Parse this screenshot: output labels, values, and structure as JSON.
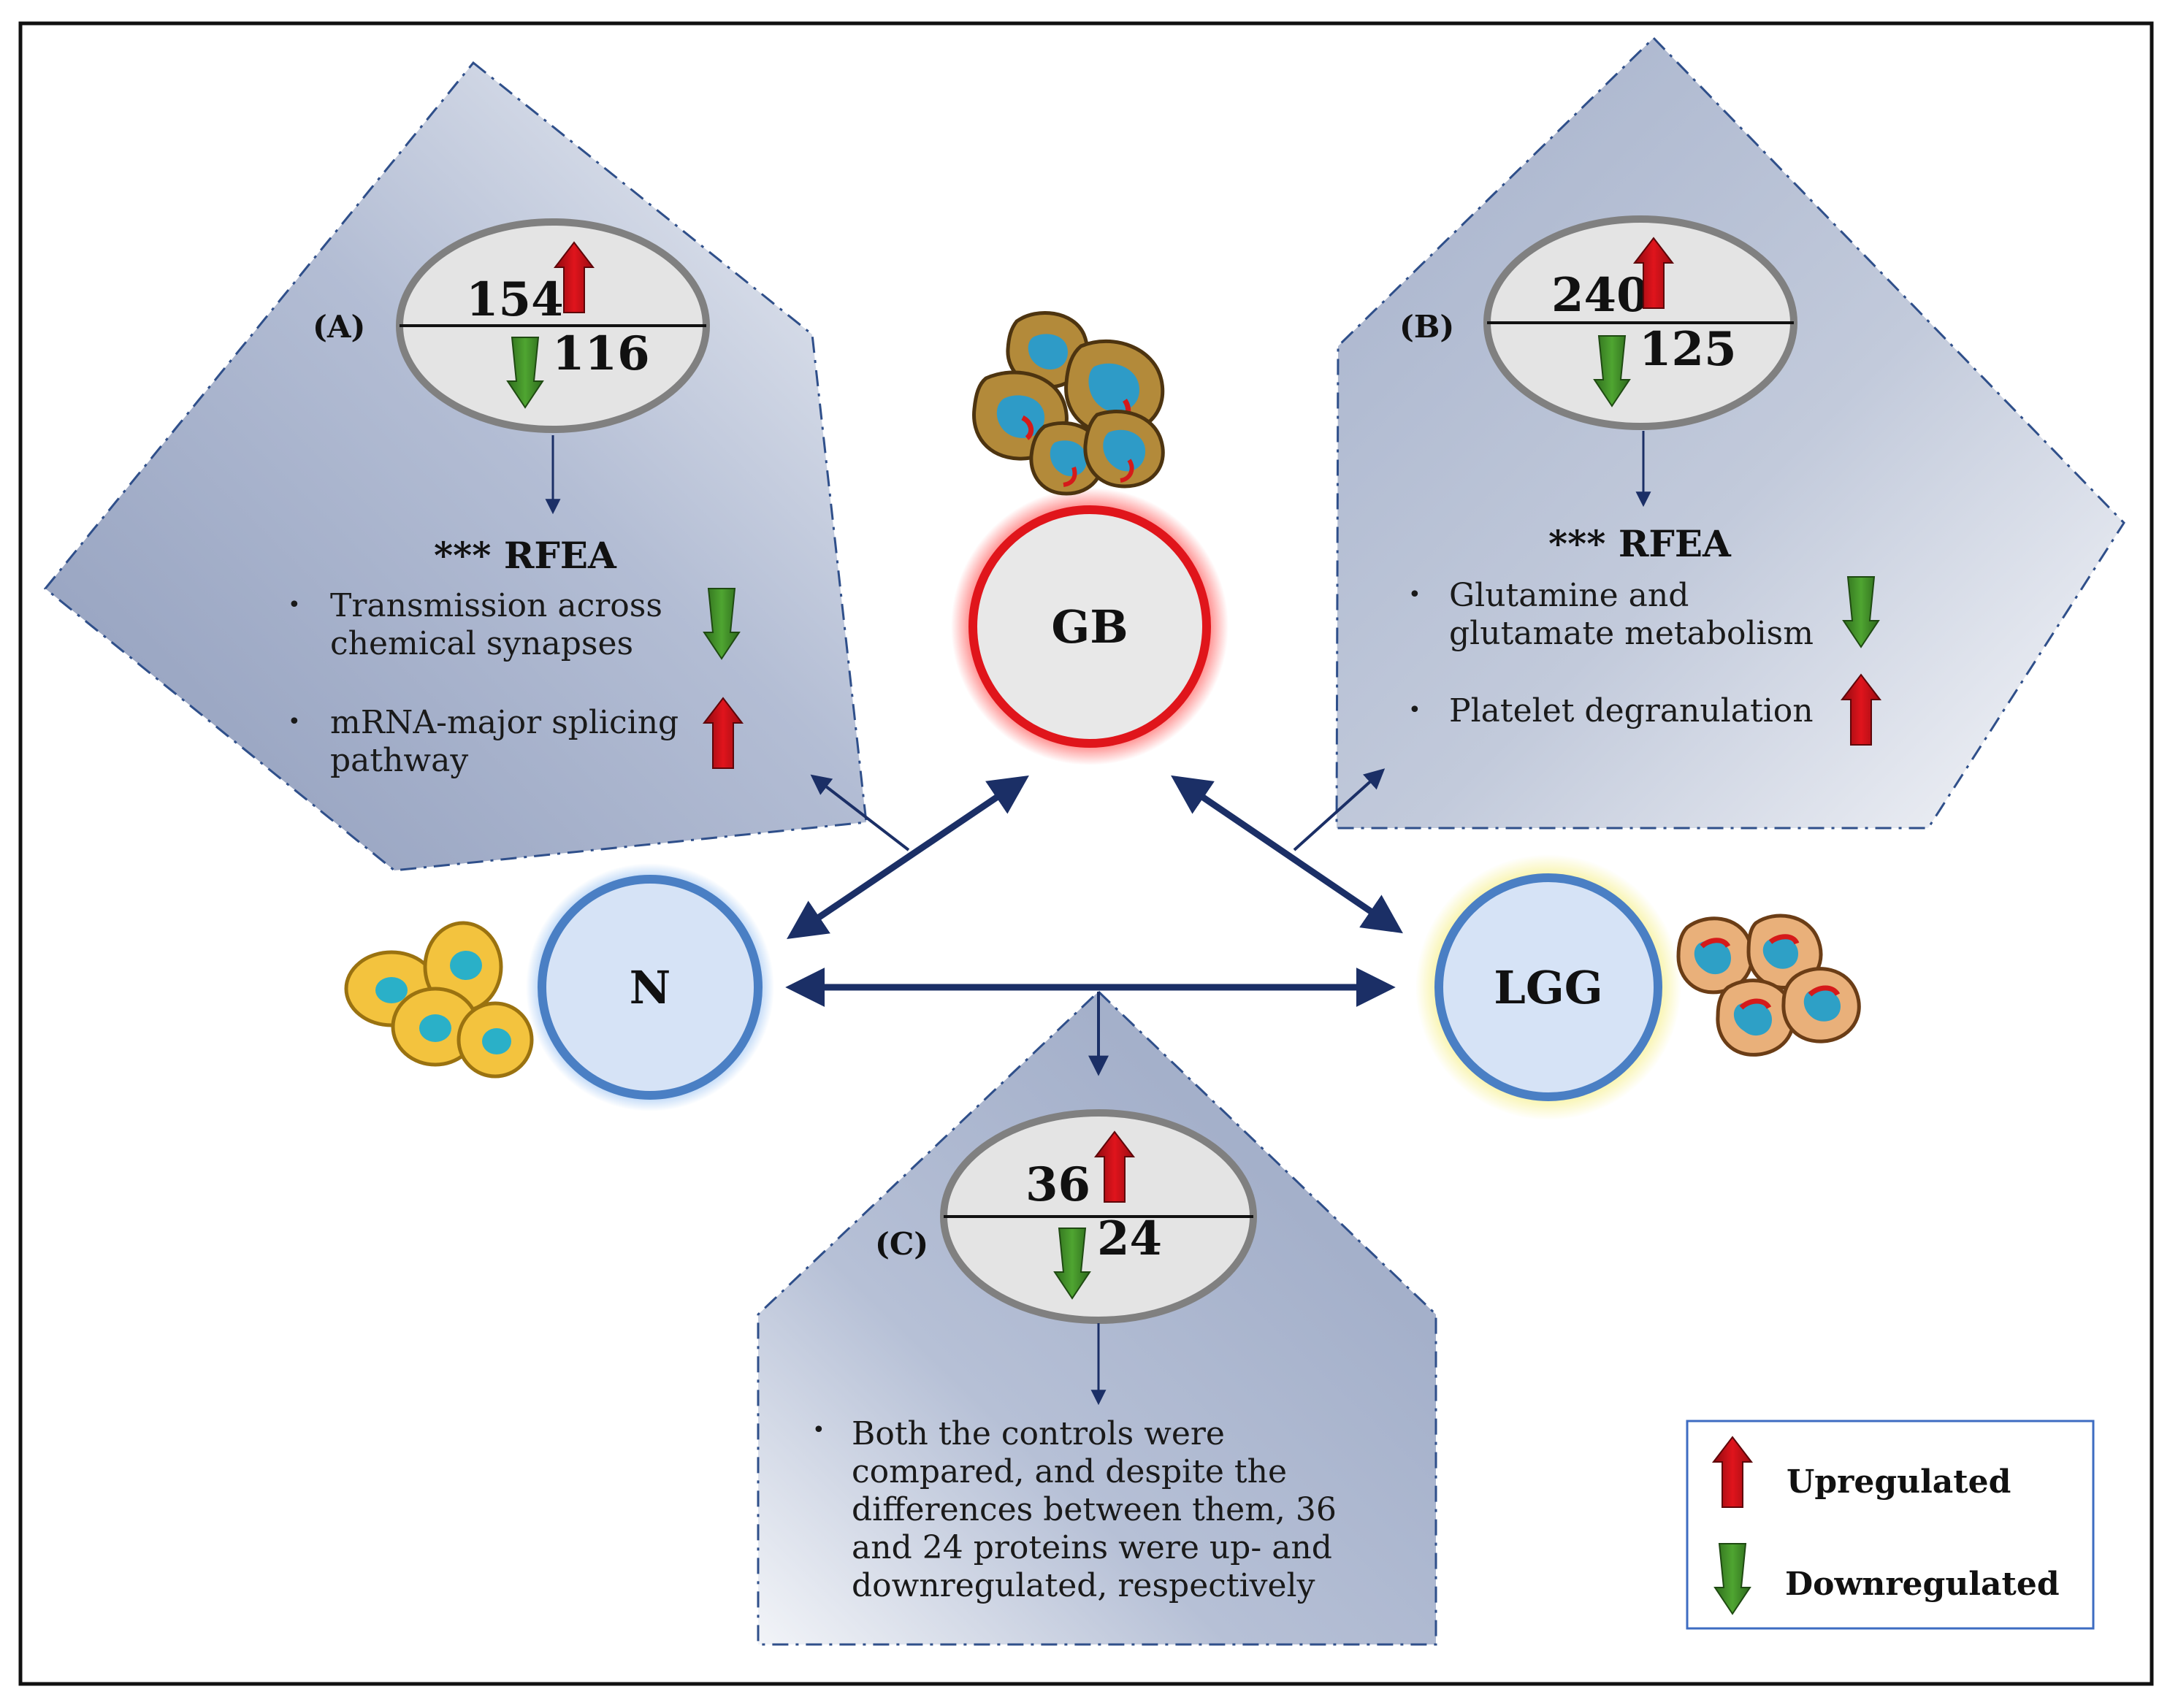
{
  "nodes": {
    "gb": "GB",
    "n": "N",
    "lgg": "LGG"
  },
  "panel_a": {
    "letter": "(A)",
    "up_count": "154",
    "down_count": "116",
    "heading": "*** RFEA",
    "item1_line1": "Transmission across",
    "item1_line2": "chemical synapses",
    "item1_direction": "down",
    "item2_line1": "mRNA-major splicing",
    "item2_line2": "pathway",
    "item2_direction": "up"
  },
  "panel_b": {
    "letter": "(B)",
    "up_count": "240",
    "down_count": "125",
    "heading": "*** RFEA",
    "item1_line1": "Glutamine and",
    "item1_line2": "glutamate metabolism",
    "item1_direction": "down",
    "item2_line1": "Platelet degranulation",
    "item2_direction": "up"
  },
  "panel_c": {
    "letter": "(C)",
    "up_count": "36",
    "down_count": "24",
    "text_lines": [
      "Both the controls were",
      "compared, and despite the",
      "differences between them, 36",
      "and 24 proteins were up- and",
      "downregulated, respectively"
    ]
  },
  "legend": {
    "up_label": "Upregulated",
    "down_label": "Downregulated"
  },
  "colors": {
    "up_arrow": "#c8101a",
    "down_arrow": "#3f8f2a",
    "link_arrow": "#1b2f66",
    "gb_ring": "#e0151b",
    "n_ring": "#4a7fc4",
    "lgg_ring": "#4a7fc4",
    "lgg_glow": "#f3ee8a",
    "panel_fill": "#aab6cf",
    "panel_border": "#2f4f8a"
  },
  "icons": {
    "up": "red-up-arrow-icon",
    "down": "green-down-arrow-icon",
    "gb_cells": "tumor-cell-cluster-icon",
    "lgg_cells": "low-grade-cell-cluster-icon",
    "n_cells": "normal-cell-cluster-icon"
  }
}
